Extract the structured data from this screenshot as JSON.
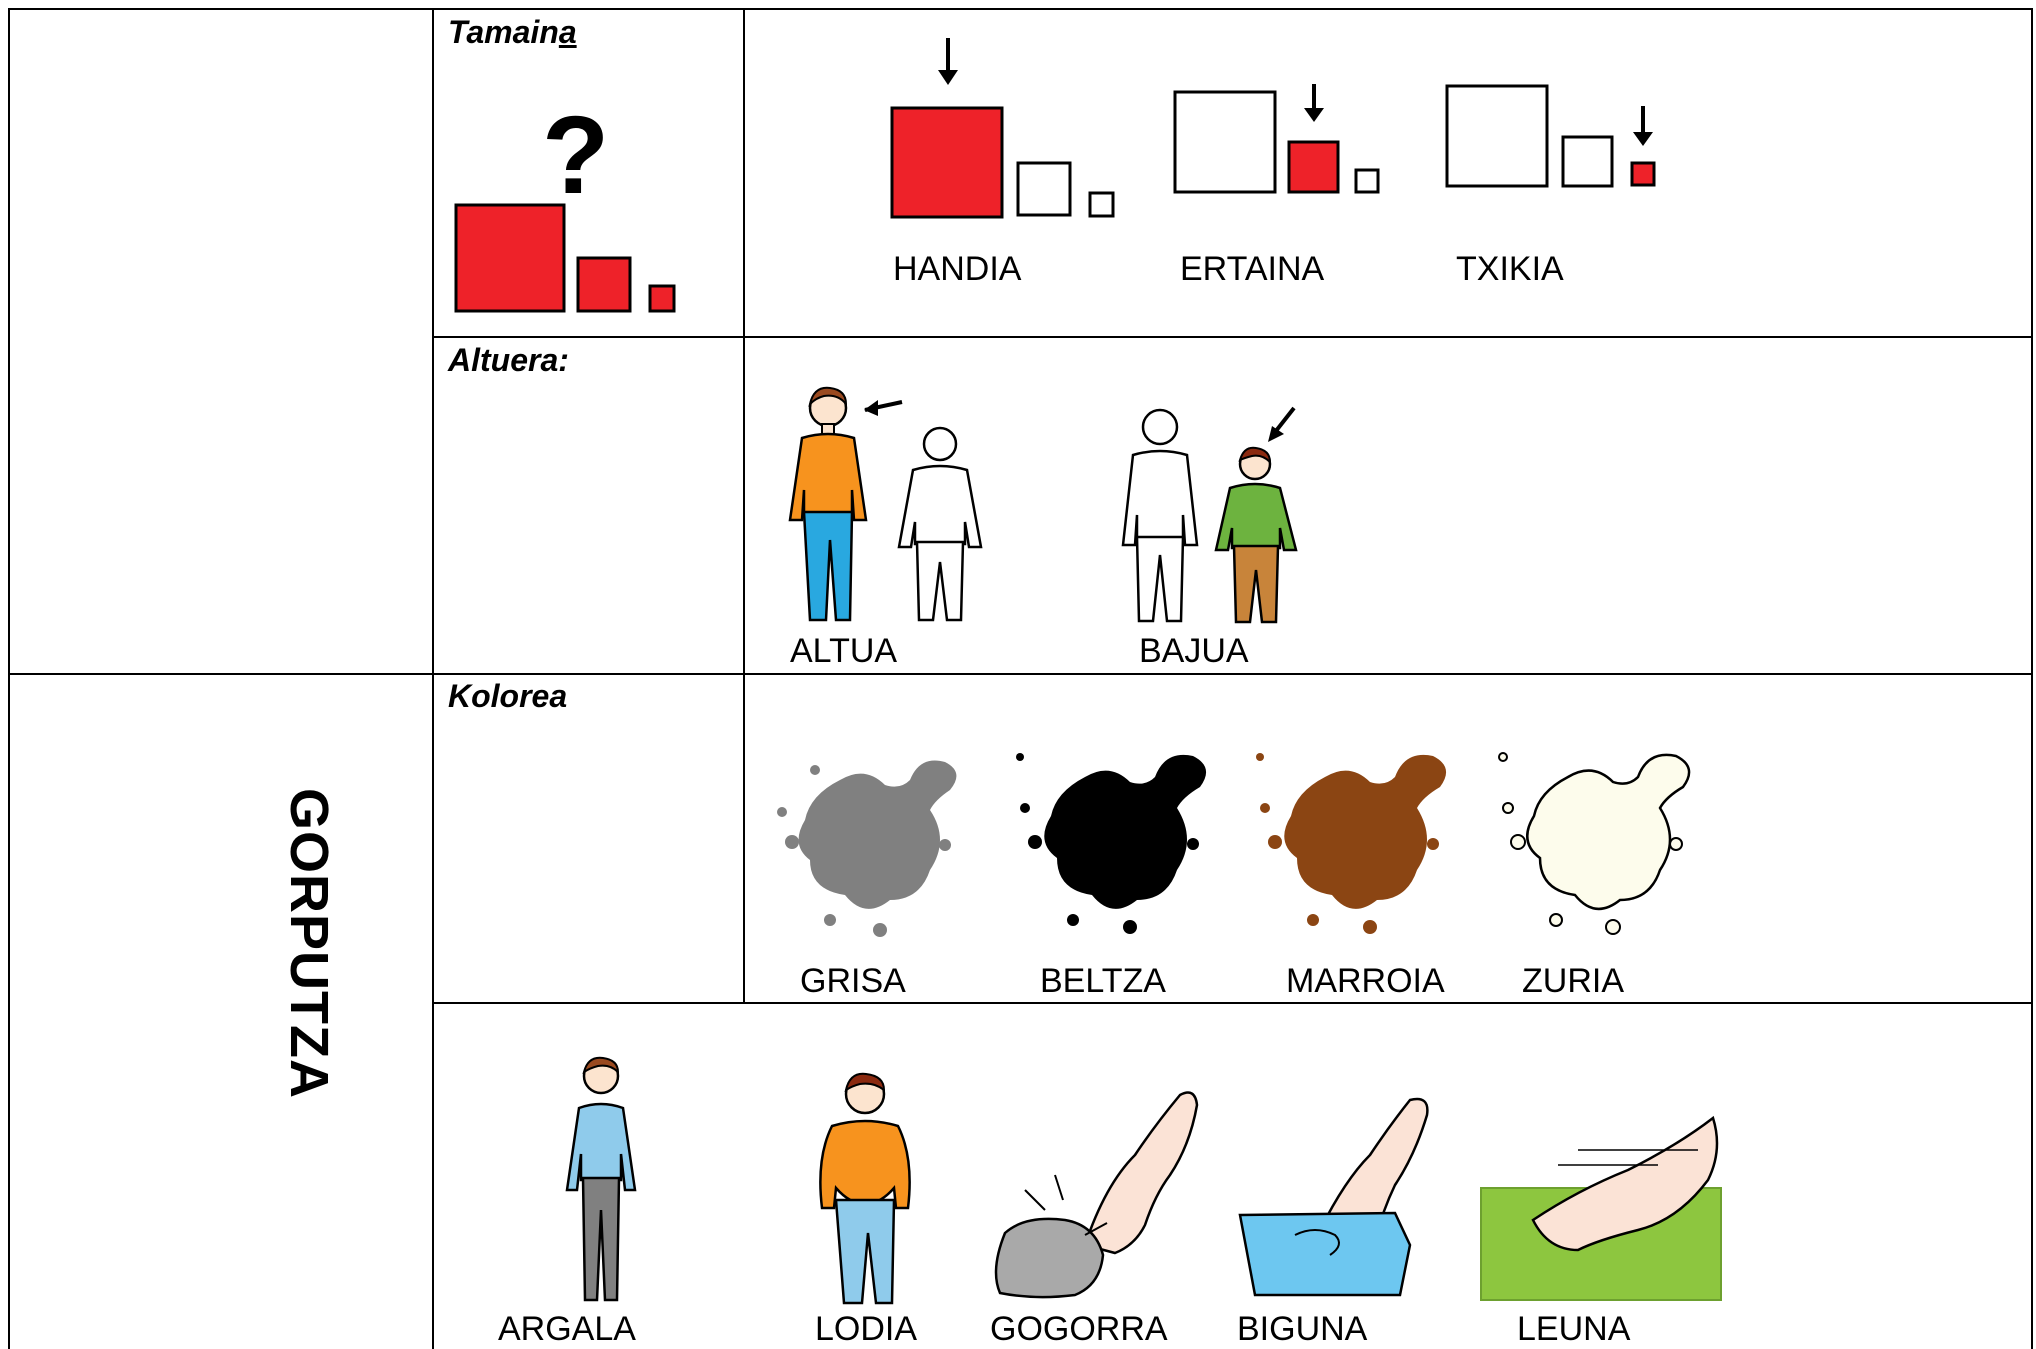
{
  "section_title": "GORPUTZA",
  "size": {
    "category": "Tamaina",
    "labels": [
      "HANDIA",
      "ERTAINA",
      "TXIKIA"
    ],
    "question_mark": "?"
  },
  "height": {
    "category": "Altuera:",
    "labels": [
      "ALTUA",
      "BAJUA"
    ]
  },
  "color": {
    "category": "Kolorea",
    "labels": [
      "GRISA",
      "BELTZA",
      "MARROIA",
      "ZURIA"
    ],
    "colors": {
      "grisa": "#808080",
      "beltza": "#000000",
      "marroia": "#8B4513",
      "zuria": "#FDFCEC"
    }
  },
  "body_traits": {
    "labels": [
      "ARGALA",
      "LODIA",
      "GOGORRA",
      "BIGUNA",
      "LEUNA"
    ]
  },
  "accent": {
    "red": "#EE2229",
    "orange": "#F7931E",
    "blue": "#29A8E0",
    "green": "#6DB33F"
  }
}
